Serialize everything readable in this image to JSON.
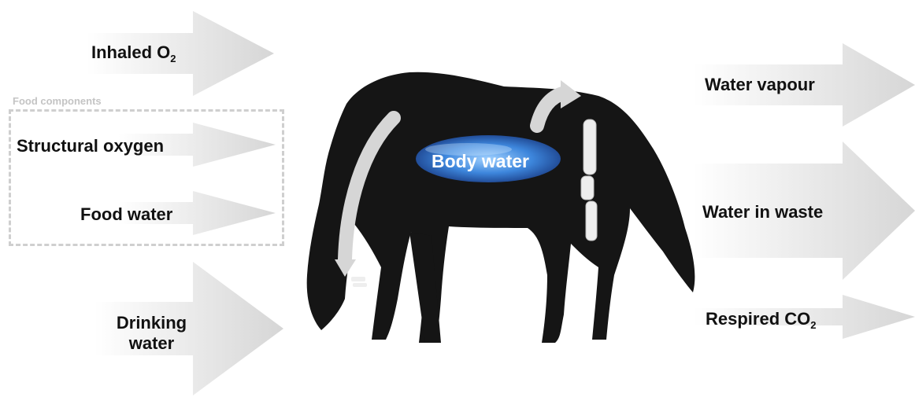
{
  "inputs": {
    "inhaled_o2": {
      "text": "Inhaled O",
      "sub": "2"
    },
    "food_group_title": "Food components",
    "structural_oxygen": "Structural oxygen",
    "food_water": "Food water",
    "drinking_water": {
      "line1": "Drinking",
      "line2": "water"
    }
  },
  "outputs": {
    "water_vapour": "Water vapour",
    "water_in_waste": "Water in waste",
    "respired_co2": {
      "text": "Respired CO",
      "sub": "2"
    }
  },
  "center": {
    "body_water": "Body water"
  },
  "colors": {
    "arrow_light": "#f4f4f4",
    "arrow_dark": "#d8d8d8",
    "horse": "#151515",
    "body_water": "#3a7bd5"
  }
}
